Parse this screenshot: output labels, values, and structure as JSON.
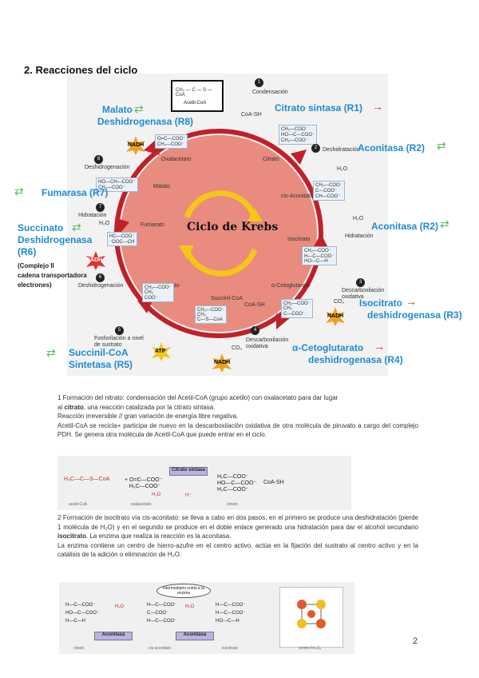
{
  "section_title": "2. Reacciones del ciclo",
  "diagram": {
    "center_label": "Ciclo de Krebs",
    "side_labels": {
      "malato_dh": [
        "Malato",
        "Deshidrogenasa (R8)"
      ],
      "citrato_sintasa": "Citrato sintasa (R1)",
      "aconitasa_top": "Aconitasa (R2)",
      "fumarasa": "Fumarasa (R7)",
      "aconitasa_mid": "Aconitasa (R2)",
      "succinato_dh": [
        "Succinato",
        "Deshidrogenasa",
        "(R6)"
      ],
      "succinato_dh_note": [
        "(Complejo II",
        "cadena transportadora",
        "electrones)"
      ],
      "isocitrato_dh": [
        "Isocitrato",
        "deshidrogenasa (R3)"
      ],
      "succinil": [
        "Succinil-CoA",
        "Sintetasa (R5)"
      ],
      "cetoglutarato": [
        "α-Cetoglutarato",
        "deshidrogenasa (R4)"
      ]
    },
    "inner_labels": {
      "acetil_coa": "Acetil-CoA",
      "condensacion": "Condensación",
      "coa_sh": "CoA-SH",
      "deshidratacion": "Deshidratación",
      "oxalacetato": "Oxalacetato",
      "citrato": "Citrato",
      "cis_aconitato": "cis-Aconitato",
      "malato": "Malato",
      "hidratacion_left": "Hidratación",
      "hidratacion_right": "Hidratación",
      "fumarato": "Fumarato",
      "isocitrato": "Isocitrato",
      "deshidrogenacion_top": "Deshidrogenación",
      "deshidrogenacion_bottom": "Deshidrogenación",
      "alfa_cetoglutarato": "α-Cetoglutarato",
      "succinato": "Succinato",
      "succinil_coa": "Succinil-CoA",
      "coa_sh2": "CoA-SH",
      "descarbox1": "Descarboxilación oxidativa",
      "descarbox2": "Descarboxilación oxidativa",
      "fosforilacion": "Fosforilación a nivel de sustrato",
      "h2o": "H₂O"
    },
    "cofactors": {
      "nadh": "NADH",
      "fadh2": "FADH₂",
      "atp": "ATP",
      "co2": "CO₂"
    },
    "step_numbers": [
      "1",
      "2",
      "3",
      "4",
      "5",
      "6",
      "7",
      "8"
    ],
    "colors": {
      "cycle": "#e8796b",
      "arrow": "#c0202a",
      "blue": "#1f8bd2",
      "green": "#5cb85c",
      "red": "#e02b2b"
    }
  },
  "paragraph1": {
    "line1": "1 Formación del nitrato: condensación del Acetil-CoA (grupo acetilo) con oxalacetato para dar lugar",
    "line2a": "al ",
    "line2b": "citrato",
    "line2c": ", una reacción catalizada por la citrato sintasa.",
    "line3": "Reacción irreversible // gran variación de energía libre negativa.",
    "line4": "Acetil-CoA se recicla+ participa de nuevo en la descarboxilación oxidativa de otra molécula de piruvato a cargo del complejo PDH. Se genera otra molécula de Acetil-CoA que puede entrar en el ciclo."
  },
  "figure1": {
    "enzyme": "Citrato sintasa",
    "labels": [
      "acetil-CoA",
      "oxalacetato",
      "citrato"
    ],
    "h2o": "H₂O",
    "h": "H⁺",
    "coa": "CoA-SH"
  },
  "paragraph2": {
    "line1": "2 Formación de isocitrato vía cis-aconitato: se lleva a cabo en dos pasos, en el primero se produce una deshidratación (pierde 1 molécula de H₂O) y en el segundo se produce en el doble enlace generado una hidratación para dar el alcohol secundario ",
    "bold": "isocitrato",
    "line1b": ". La enzima que realiza la reacción es la aconitasa.",
    "line2": "La enzima contiene un centro de hierro-azufre en el centro activo, actúa en la fijación del sustrato al centro activo y en la catálisis de la adición o eliminación de H₂O."
  },
  "figure2": {
    "enzyme": "Aconitasa",
    "labels": [
      "citrato",
      "cis-aconitato",
      "isocitrato",
      "centro Fe₄S₄"
    ],
    "h2o": "H₂O",
    "bubble": "intermediario unido a la enzima"
  },
  "page_number": "2"
}
